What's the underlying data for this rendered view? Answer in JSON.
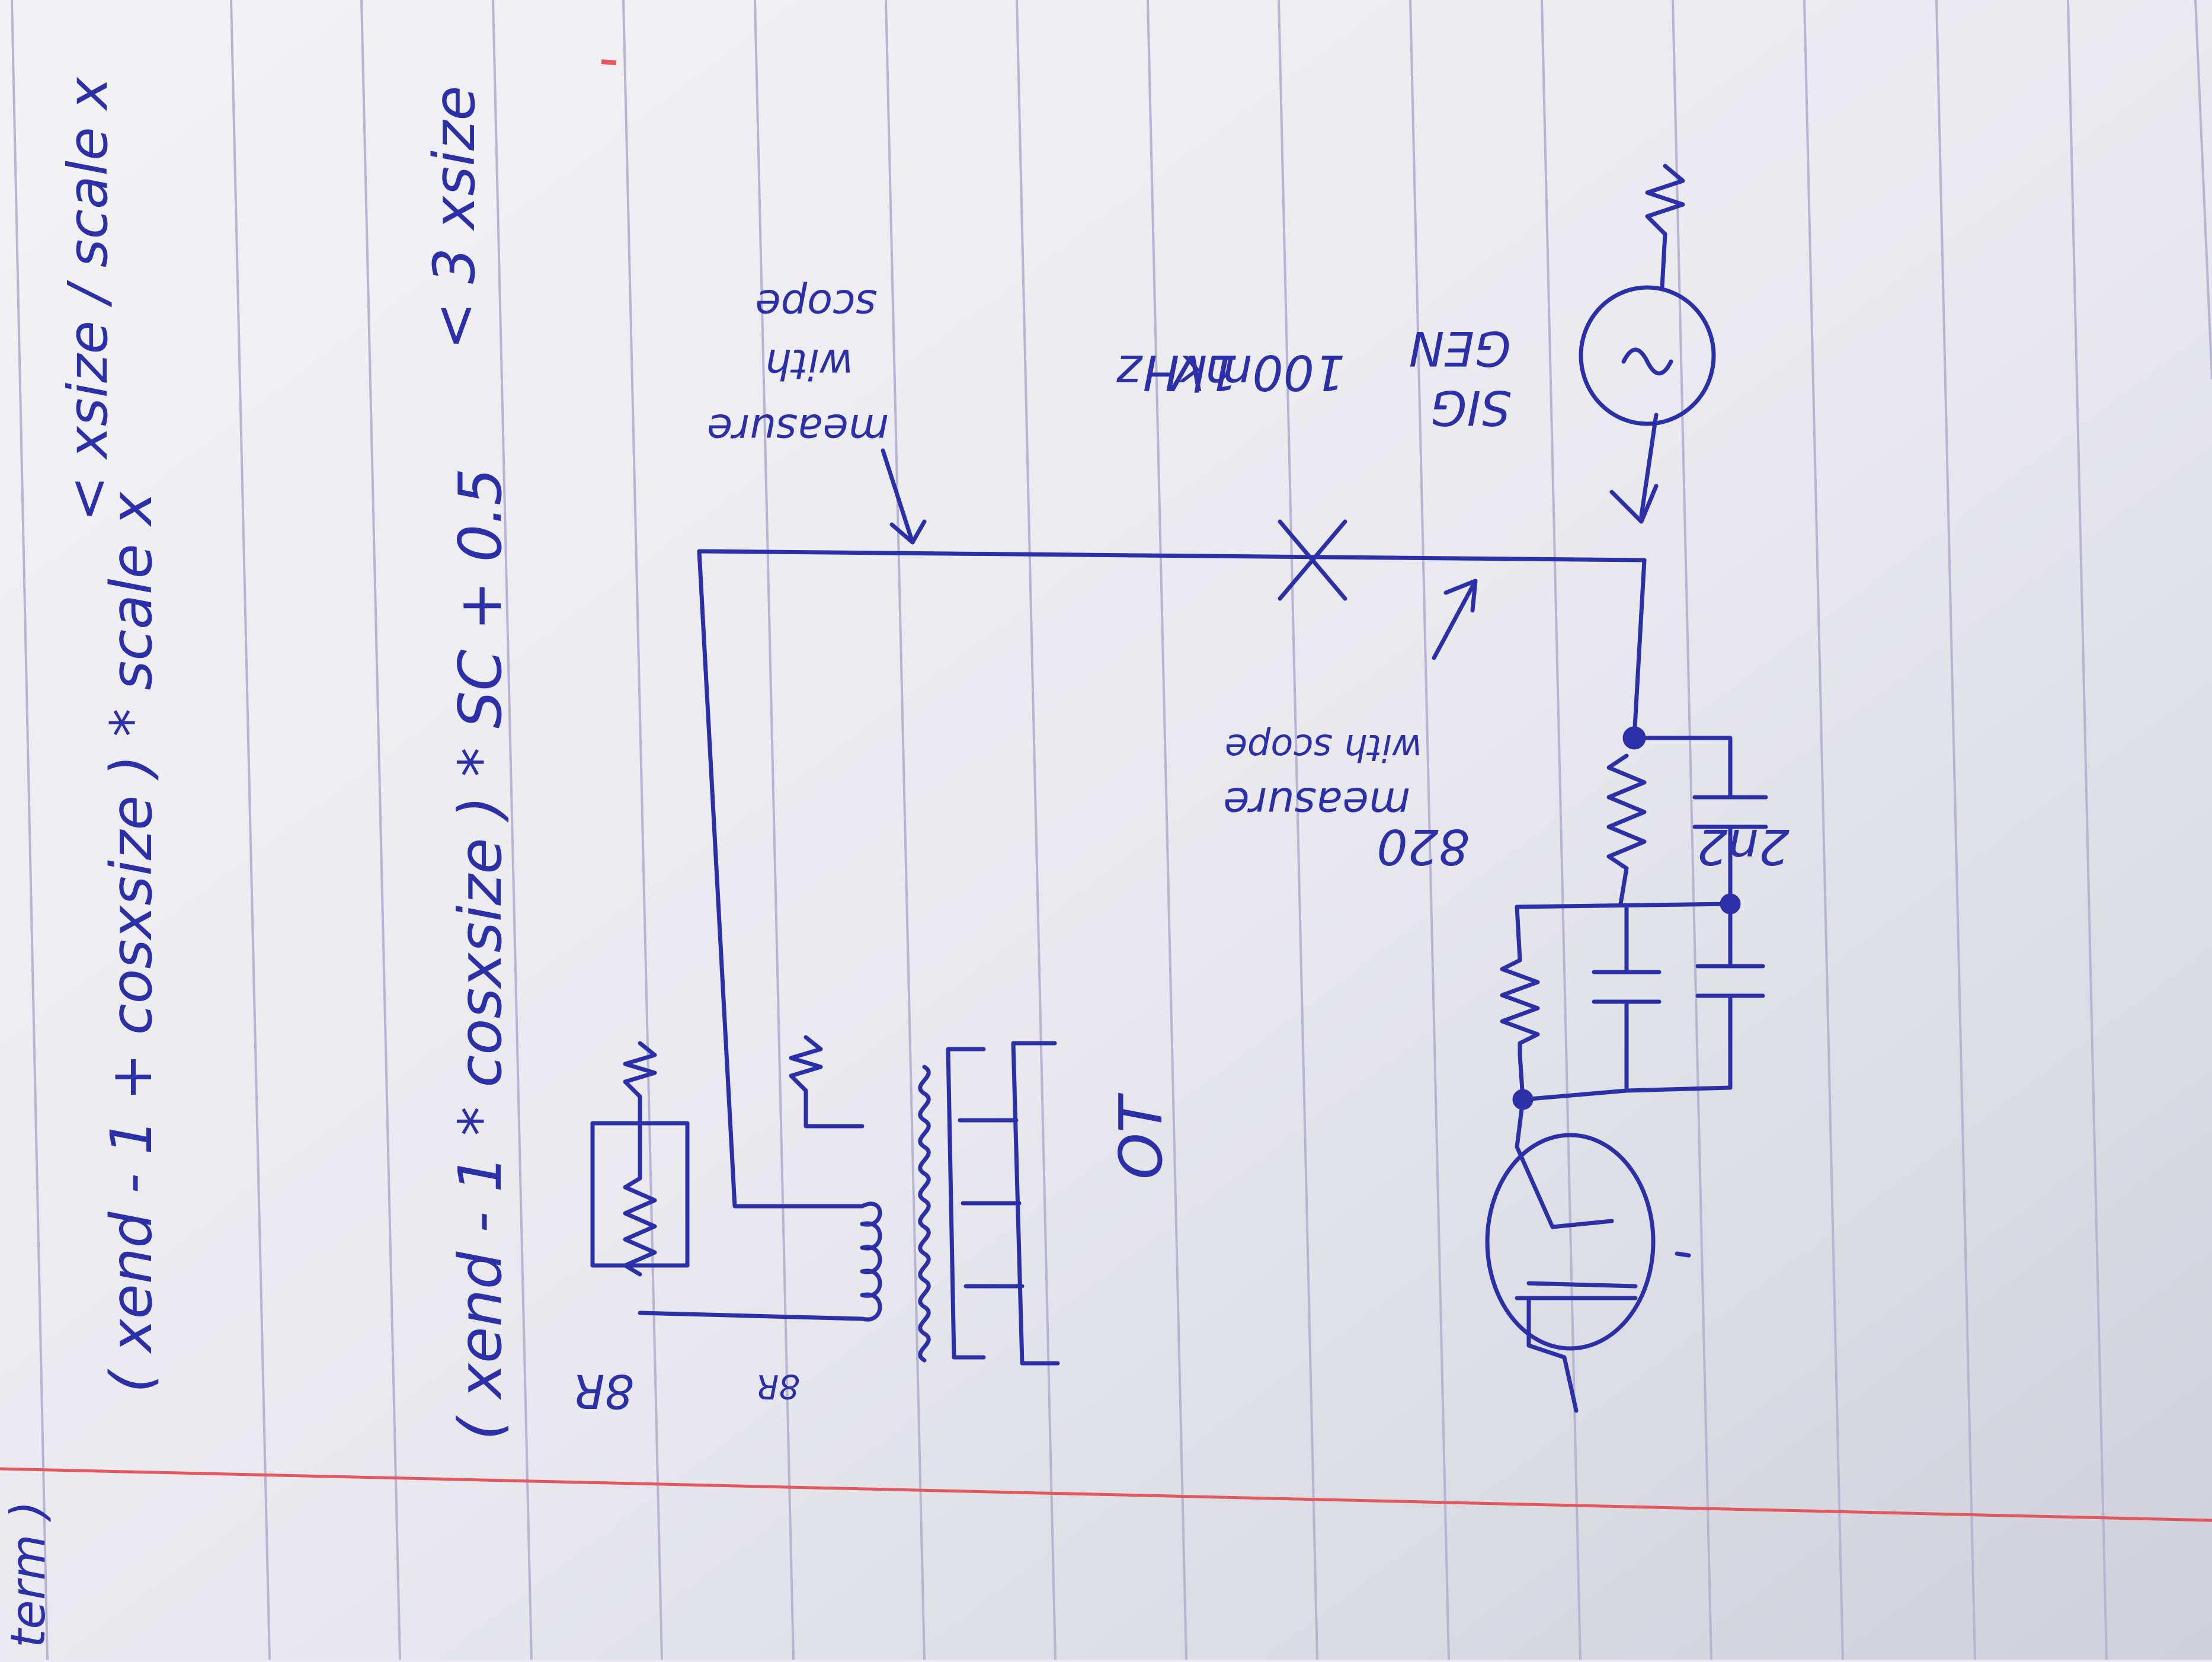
{
  "notes": {
    "formula_top": "( xend - 1 + cosxsize ) * scale x",
    "formula_top_tail": "< xsize / scale x",
    "formula_bottom": "( xend - 1 * cosxsize ) * SC + 0.5",
    "formula_bottom_tail": "< 3 xsize",
    "margin_scrap": "term )"
  },
  "labels": {
    "sig_gen": [
      "SIG",
      "GEN"
    ],
    "sig_freq": "1kHz",
    "sig_level": "100mV",
    "measure_top": [
      "measure",
      "with",
      "scope"
    ],
    "measure_mid": [
      "measure",
      "with scope"
    ],
    "resistor_820": "820",
    "cap_2n2": "2n2",
    "speaker_load": "8R",
    "transformer_tap": "8R",
    "ot_label": "OT"
  },
  "colors": {
    "paper": "#ececf1",
    "ink": "#2c30a8",
    "rule_line": "#b9b7d2",
    "margin_line": "#e2585e"
  }
}
